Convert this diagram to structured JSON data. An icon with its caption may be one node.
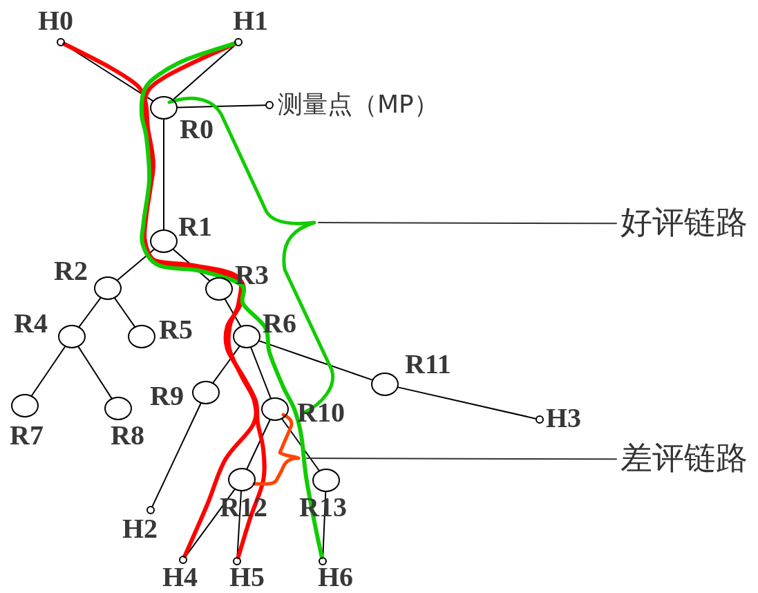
{
  "diagram": {
    "nodes": [
      {
        "text": [
          "H0"
        ]
      },
      {
        "text": [
          "H1"
        ]
      },
      {
        "text": [
          "R0"
        ]
      },
      {
        "text": [
          "测量点（MP）"
        ]
      },
      {
        "text": [
          "R1"
        ]
      },
      {
        "text": [
          "R2"
        ]
      },
      {
        "text": [
          "R3"
        ]
      },
      {
        "text": [
          "R4"
        ]
      },
      {
        "text": [
          "R5"
        ]
      },
      {
        "text": [
          "R6"
        ]
      },
      {
        "text": [
          "R7"
        ]
      },
      {
        "text": [
          "R8"
        ]
      },
      {
        "text": [
          "R9"
        ]
      },
      {
        "text": [
          "R10"
        ]
      },
      {
        "text": [
          "R11"
        ]
      },
      {
        "text": [
          "H3"
        ]
      },
      {
        "text": [
          "H2"
        ]
      },
      {
        "text": [
          "R12"
        ]
      },
      {
        "text": [
          "R13"
        ]
      },
      {
        "text": [
          "H4"
        ]
      },
      {
        "text": [
          "H5"
        ]
      },
      {
        "text": [
          "H6"
        ]
      },
      {
        "text": [
          "好评链路"
        ]
      },
      {
        "text": [
          "差评链路"
        ]
      }
    ],
    "edges": [
      {
        "from": 0,
        "to": 2,
        "arrow": "none"
      },
      {
        "from": 1,
        "to": 2,
        "arrow": "none"
      },
      {
        "from": 2,
        "to": 3,
        "arrow": "none"
      },
      {
        "from": 2,
        "to": 4,
        "arrow": "none"
      },
      {
        "from": 4,
        "to": 5,
        "arrow": "none"
      },
      {
        "from": 4,
        "to": 6,
        "arrow": "none"
      },
      {
        "from": 5,
        "to": 7,
        "arrow": "none"
      },
      {
        "from": 5,
        "to": 8,
        "arrow": "none"
      },
      {
        "from": 7,
        "to": 10,
        "arrow": "none"
      },
      {
        "from": 7,
        "to": 11,
        "arrow": "none"
      },
      {
        "from": 6,
        "to": 9,
        "arrow": "none"
      },
      {
        "from": 9,
        "to": 12,
        "arrow": "none"
      },
      {
        "from": 9,
        "to": 13,
        "arrow": "none"
      },
      {
        "from": 9,
        "to": 14,
        "arrow": "none"
      },
      {
        "from": 14,
        "to": 15,
        "arrow": "none"
      },
      {
        "from": 12,
        "to": 16,
        "arrow": "none"
      },
      {
        "from": 13,
        "to": 17,
        "arrow": "none"
      },
      {
        "from": 13,
        "to": 18,
        "arrow": "none"
      },
      {
        "from": 17,
        "to": 19,
        "arrow": "none"
      },
      {
        "from": 17,
        "to": 20,
        "arrow": "none"
      },
      {
        "from": 18,
        "to": 21,
        "arrow": "none"
      },
      {
        "from": 22,
        "to": null,
        "arrow": "none"
      },
      {
        "from": 23,
        "to": null,
        "arrow": "none"
      },
      {
        "from": 0,
        "to": 19,
        "arrow": "none",
        "style": "thick",
        "color": "#ff0000"
      },
      {
        "from": 1,
        "to": 20,
        "arrow": "none",
        "style": "thick",
        "color": "#ff0000"
      },
      {
        "from": 1,
        "to": 21,
        "arrow": "none",
        "style": "thick",
        "color": "#11cc00"
      }
    ]
  }
}
